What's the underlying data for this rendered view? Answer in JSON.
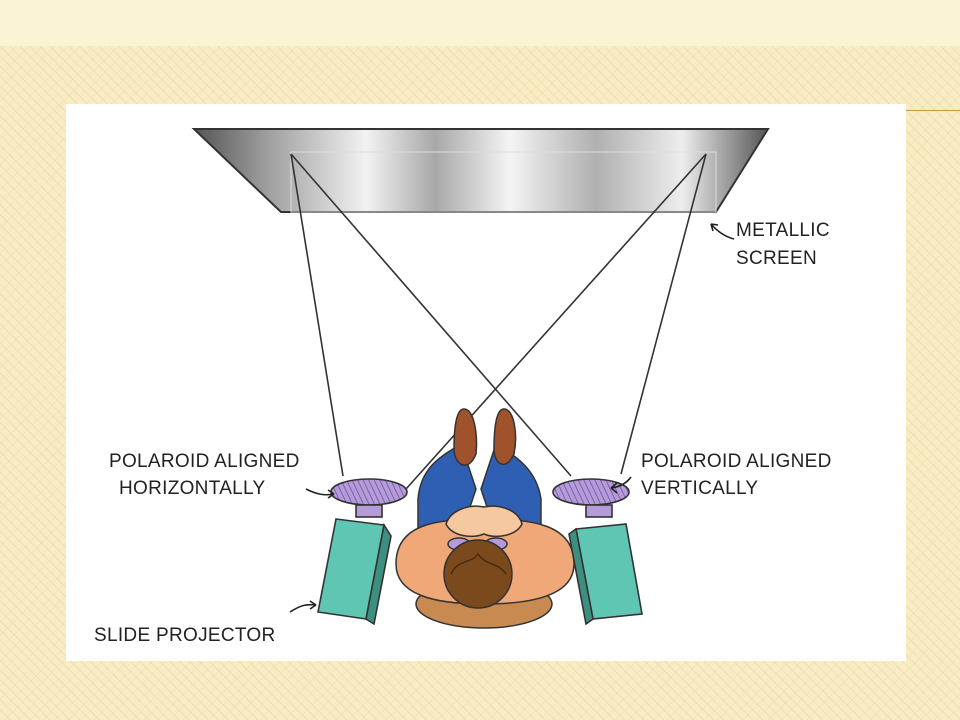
{
  "diagram": {
    "labels": {
      "screen_line1": "METALLIC",
      "screen_line2": "SCREEN",
      "left_polaroid_line1": "POLAROID ALIGNED",
      "left_polaroid_line2": "HORIZONTALLY",
      "right_polaroid_line1": "POLAROID ALIGNED",
      "right_polaroid_line2": "VERTICALLY",
      "projector": "SLIDE PROJECTOR"
    },
    "colors": {
      "screen_dark": "#555555",
      "screen_light": "#f2f2f2",
      "projector_body": "#5fc6b4",
      "polaroid_filter": "#b59bd8",
      "shirt": "#f0a878",
      "jeans": "#2f5fb3",
      "shoes": "#a0522d",
      "hair": "#7a4a1c",
      "stool": "#c98a52"
    }
  }
}
